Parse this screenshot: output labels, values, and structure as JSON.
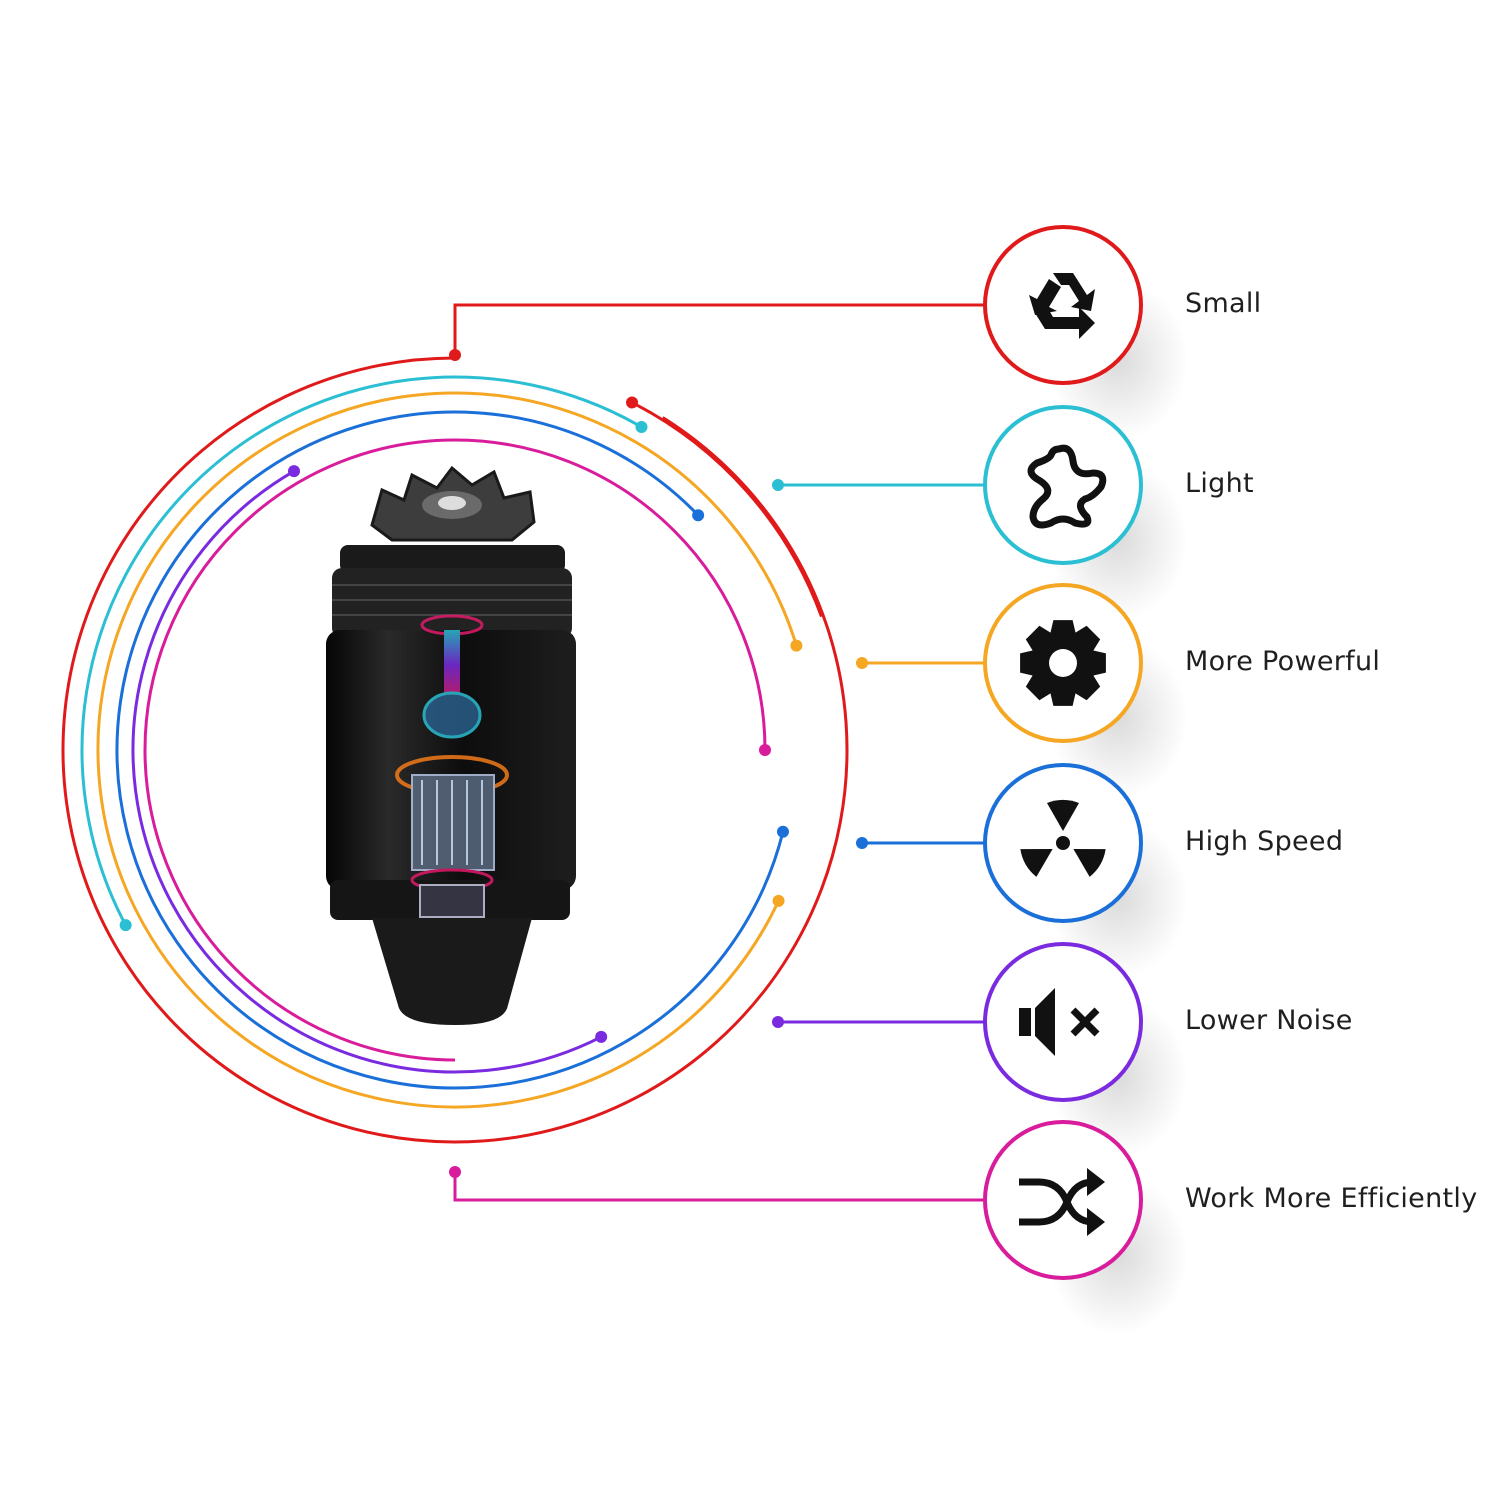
{
  "features": [
    {
      "label": "Small",
      "icon": "recycle-icon",
      "color": "#e01a1a"
    },
    {
      "label": "Light",
      "icon": "blob-shape-icon",
      "color": "#2bbfd3"
    },
    {
      "label": "More Powerful",
      "icon": "gear-icon",
      "color": "#f5a623"
    },
    {
      "label": "High Speed",
      "icon": "radiation-fan-icon",
      "color": "#1a6fd8"
    },
    {
      "label": "Lower Noise",
      "icon": "speaker-mute-icon",
      "color": "#7a2be0"
    },
    {
      "label": "Work More Efficiently",
      "icon": "shuffle-arrows-icon",
      "color": "#d81c9b"
    }
  ],
  "product": {
    "icon": "motor-cutaway-icon",
    "body_color": "#111111"
  }
}
